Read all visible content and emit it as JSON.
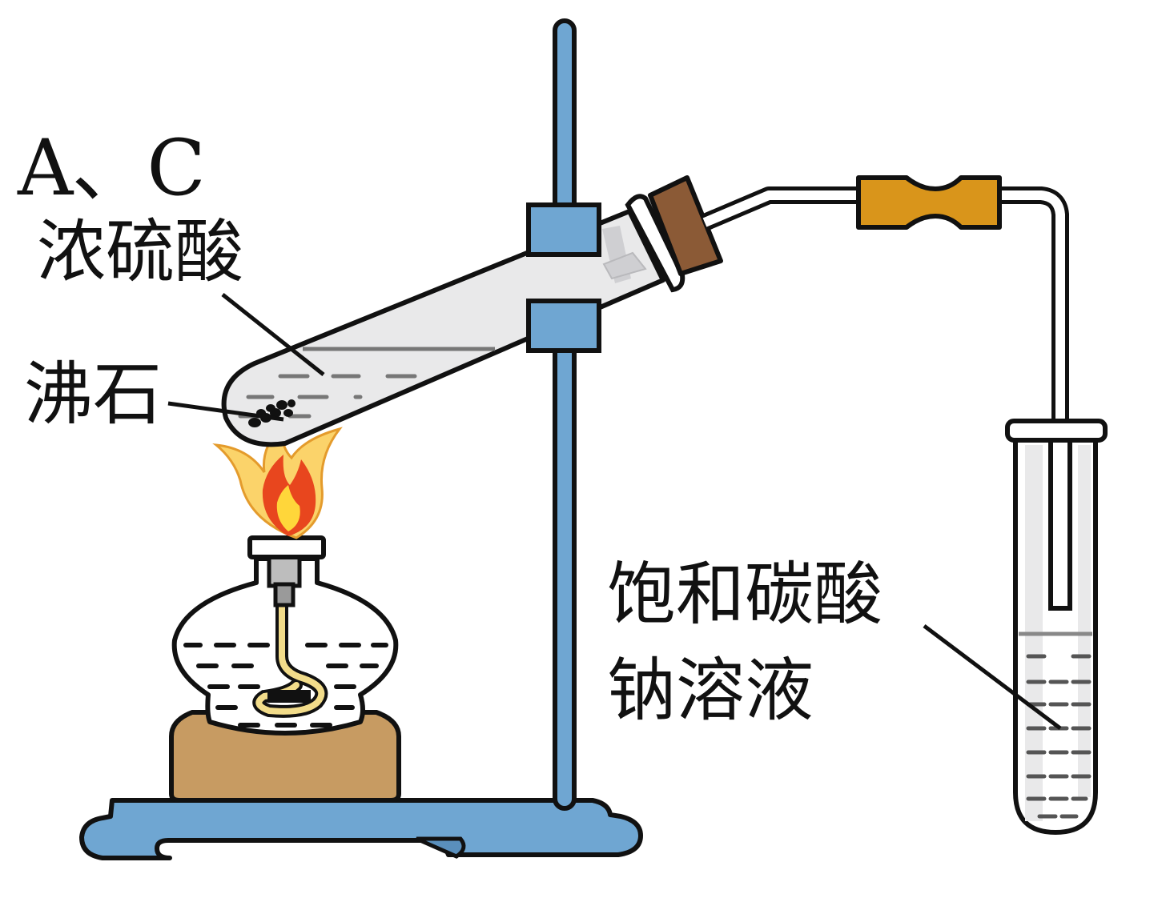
{
  "labels": {
    "option_letters": "A、C",
    "conc_sulfuric_acid": "浓硫酸",
    "boiling_stone": "沸石",
    "sat_sodium_carbonate_line1": "饱和碳酸",
    "sat_sodium_carbonate_line2": "钠溶液"
  },
  "colors": {
    "stand_blue": "#6fa6d2",
    "outline": "#111111",
    "stopper_brown": "#8b5a36",
    "rubber_tube_orange": "#d9951b",
    "burner_base_tan": "#c79b62",
    "flame_outer": "#fbd36a",
    "flame_inner": "#e8461e",
    "glass_gray": "#e9e9ea"
  }
}
